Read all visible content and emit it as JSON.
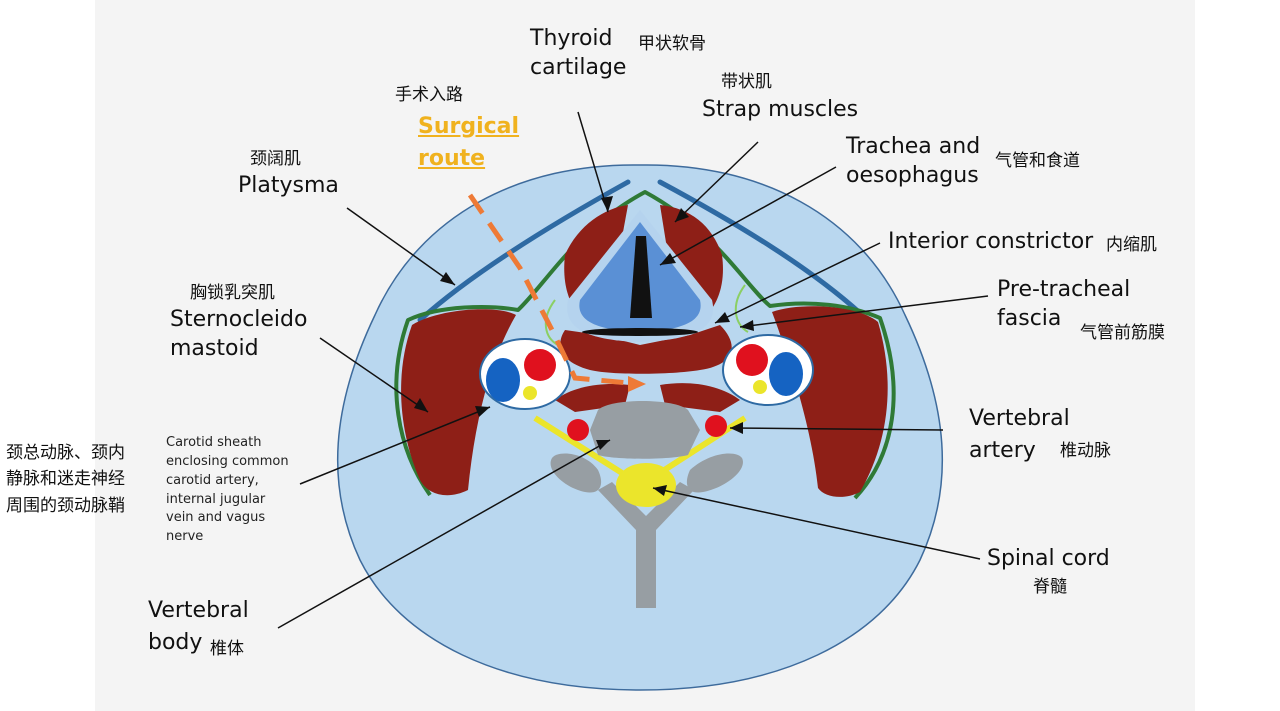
{
  "colors": {
    "background": "#ffffff",
    "panel": "#f4f4f4",
    "neck": "#b9d7ef",
    "neck_outline": "#3e6b9c",
    "platysma": "#2e6aa3",
    "fascia": "#2f7a36",
    "muscle": "#8e1f17",
    "trachea": "#5a90d5",
    "trachea_rim": "#b5d3ee",
    "spine": "#979ea3",
    "cord": "#ebe52b",
    "artery": "#e0111e",
    "vein": "#1563c2",
    "route": "#ee7a36",
    "surgical_text": "#f0b21e"
  },
  "labels": {
    "thyroid_cartilage": {
      "en": [
        "Thyroid",
        "cartilage"
      ],
      "cn": "甲状软骨"
    },
    "strap_muscles": {
      "cn": "带状肌",
      "en": "Strap muscles"
    },
    "trachea_oesophagus": {
      "en": [
        "Trachea and",
        "oesophagus"
      ],
      "cn": "气管和食道"
    },
    "interior_constrictor": {
      "en": "Interior constrictor",
      "cn": "内缩肌"
    },
    "pretracheal_fascia": {
      "en": [
        "Pre-tracheal",
        "fascia"
      ],
      "cn": "气管前筋膜"
    },
    "surgical_route": {
      "cn": "手术入路",
      "en": [
        "Surgical",
        "route"
      ]
    },
    "platysma": {
      "cn": "颈阔肌",
      "en": "Platysma"
    },
    "sternocleidomastoid": {
      "cn": "胸锁乳突肌",
      "en": [
        "Sternocleido",
        "mastoid"
      ]
    },
    "carotid_sheath": {
      "cn": [
        "颈总动脉、颈内",
        "静脉和迷走神经",
        "周围的颈动脉鞘"
      ],
      "en": [
        "Carotid sheath",
        "enclosing common",
        "carotid artery,",
        "internal jugular",
        "vein and vagus",
        "nerve"
      ]
    },
    "vertebral_artery": {
      "en": [
        "Vertebral",
        "artery"
      ],
      "cn": "椎动脉"
    },
    "spinal_cord": {
      "en": "Spinal cord",
      "cn": "脊髓"
    },
    "vertebral_body": {
      "en": [
        "Vertebral",
        "body"
      ],
      "cn": "椎体"
    }
  }
}
